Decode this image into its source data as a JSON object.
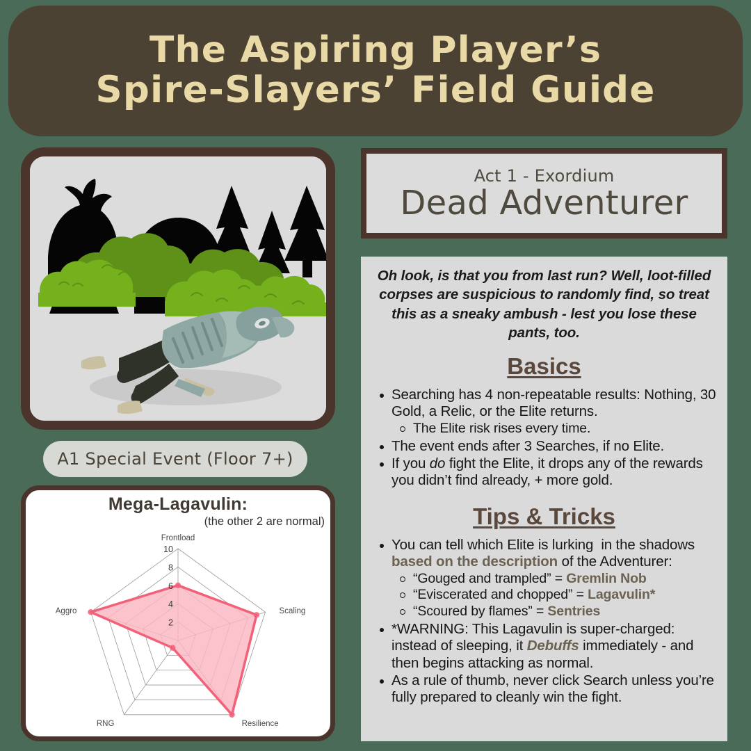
{
  "theme": {
    "background": "#4a6b57",
    "banner_bg": "#4c4233",
    "banner_text": "#e9d9a6",
    "border_brown": "#4b342c",
    "card_gray": "#dadada",
    "accent_brown": "#5b483c",
    "accent_bold": "#6b6252",
    "radar_fill": "#fab6c0",
    "radar_stroke": "#f2607a"
  },
  "title": {
    "line1": "The Aspiring Player’s",
    "line2": "Spire-Slayers’ Field Guide"
  },
  "left": {
    "artwork_name": "dead-adventurer-scene",
    "badge_label": "A1 Special Event (Floor 7+)"
  },
  "header": {
    "act": "Act 1 - Exordium",
    "event_name": "Dead Adventurer"
  },
  "quote": "Oh look, is that you from last run? Well, loot-filled corpses are suspicious to randomly find, so treat this as a sneaky ambush - lest you lose these pants, too.",
  "basics": {
    "heading": "Basics",
    "items": [
      {
        "text": "Searching has 4 non-repeatable results: Nothing, 30 Gold, a Relic, or the Elite returns.",
        "sub": [
          "The Elite risk rises every time."
        ]
      },
      {
        "text": "The event ends after 3 Searches, if no Elite.",
        "sub": []
      },
      {
        "text": "If you do fight the Elite, it drops any of the rewards you didn’t find already, + more gold.",
        "sub": []
      }
    ]
  },
  "tips": {
    "heading": "Tips & Tricks",
    "intro": "You can tell which Elite is lurking  in the shadows based on the description of the Adventurer:",
    "intro_bold": "based on the description",
    "elites": [
      {
        "clue": "“Gouged and trampled” = ",
        "name": "Gremlin Nob"
      },
      {
        "clue": "“Eviscerated and chopped” = ",
        "name": "Lagavulin*"
      },
      {
        "clue": "“Scoured by flames” = ",
        "name": "Sentries"
      }
    ],
    "warning": "*WARNING: This Lagavulin is super-charged: instead of sleeping, it Debuffs immediately - and then begins attacking as normal.",
    "warning_em": "Debuffs",
    "rule": "As a rule of thumb, never click Search unless you’re fully prepared to cleanly win the fight."
  },
  "chart_data": {
    "type": "radar",
    "title": "Mega-Lagavulin:",
    "subtitle": "(the other 2 are normal)",
    "categories": [
      "Frontload",
      "Scaling",
      "Resilience",
      "RNG",
      "Aggro"
    ],
    "values": [
      6,
      9,
      10,
      1,
      10
    ],
    "ticks": [
      2,
      4,
      6,
      8,
      10
    ],
    "rlim": [
      0,
      10
    ],
    "grid": true,
    "legend": "none",
    "series": [
      {
        "name": "Mega-Lagavulin",
        "values": [
          6,
          9,
          10,
          1,
          10
        ]
      }
    ]
  }
}
